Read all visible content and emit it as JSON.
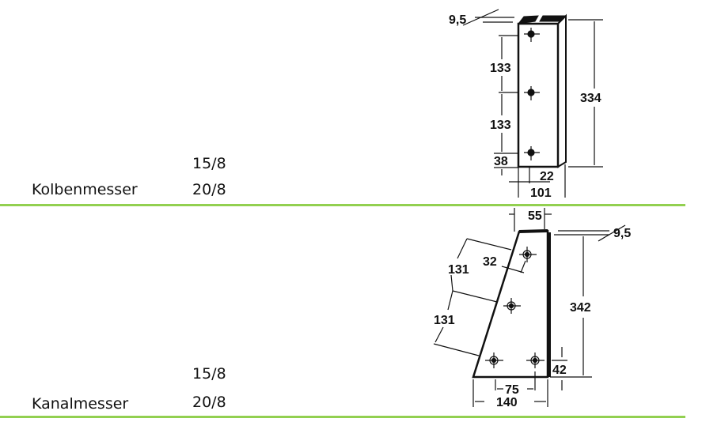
{
  "rows": [
    {
      "name": "Kolbenmesser",
      "sizes": [
        "15/8",
        "20/8"
      ],
      "dimensions": {
        "thickness": "9,5",
        "hole_spacing_1": "133",
        "hole_spacing_2": "133",
        "bottom_offset": "38",
        "hole_offset": "22",
        "width": "101",
        "height": "334"
      }
    },
    {
      "name": "Kanalmesser",
      "sizes": [
        "15/8",
        "20/8"
      ],
      "dimensions": {
        "top_width": "55",
        "thickness": "9,5",
        "hole_spacing_1": "131",
        "hole_spacing_2": "131",
        "edge_offset": "32",
        "height": "342",
        "bottom_offset": "42",
        "hole_spacing_bottom": "75",
        "width": "140"
      }
    }
  ],
  "colors": {
    "rule": "#92d050"
  }
}
